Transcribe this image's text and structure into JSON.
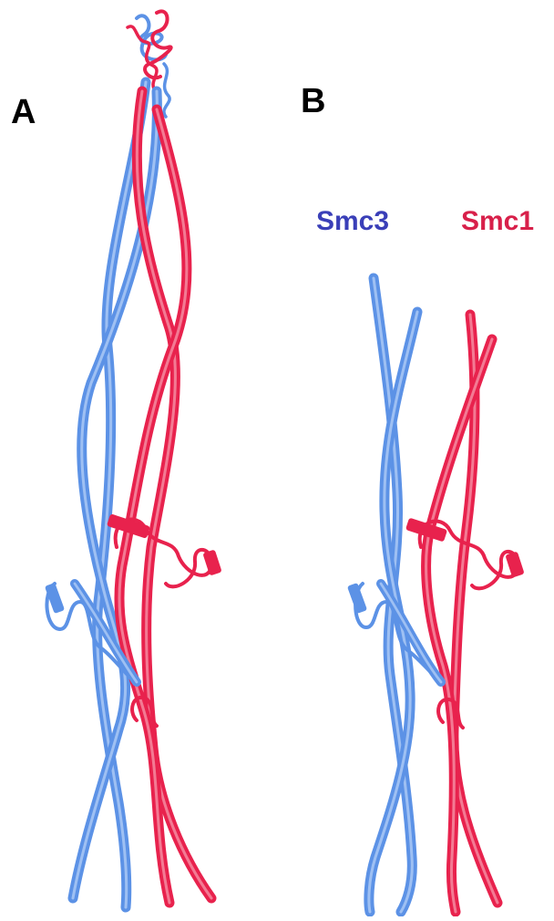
{
  "figure": {
    "panel_a_label": "A",
    "panel_b_label": "B",
    "chains": [
      {
        "label": "Smc3",
        "color": "#3a3fb8",
        "ribbon_color": "#5c92e6",
        "ribbon_highlight": "#a9c8f5"
      },
      {
        "label": "Smc1",
        "color": "#d8204a",
        "ribbon_color": "#e8224d",
        "ribbon_highlight": "#f48aa0"
      }
    ]
  }
}
